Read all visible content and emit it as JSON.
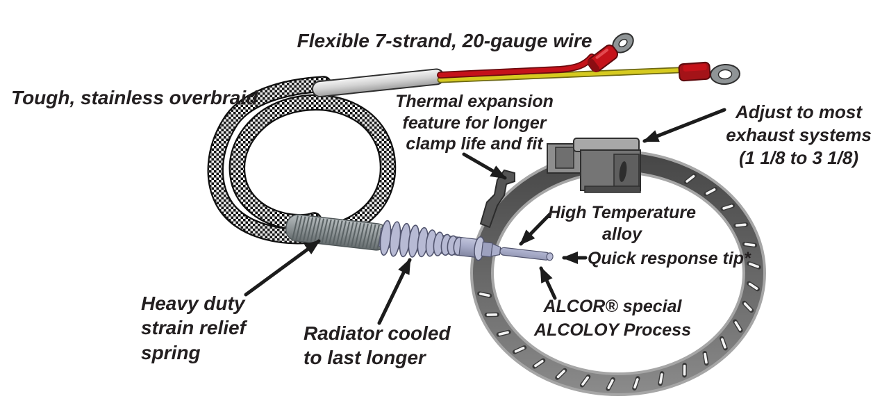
{
  "diagram": {
    "labels": {
      "flexible_wire": "Flexible 7-strand, 20-gauge wire",
      "overbraid": "Tough, stainless overbraid",
      "thermal_expansion": "Thermal expansion\nfeature for longer\nclamp life and fit",
      "adjust": "Adjust to most\nexhaust systems\n(1 1/8 to 3 1/8)",
      "high_temp": "High Temperature\nalloy",
      "quick_tip": "Quick response tip*",
      "alcor": "ALCOR® special\nALCOLOY Process",
      "strain_relief": "Heavy duty\nstrain relief\nspring",
      "radiator": "Radiator cooled\nto last longer"
    },
    "colors": {
      "text": "#231f20",
      "background": "#ffffff",
      "wire_red": "#c5121a",
      "wire_yellow": "#d6ca20",
      "terminal_red": "#a41318",
      "metal_sleeve": "#d2d2d2",
      "probe_alloy": "#a9adca",
      "spring_gray": "#8f9698",
      "clamp_gray": "#6a6a6a",
      "arrow_black": "#1c1c1c"
    }
  }
}
